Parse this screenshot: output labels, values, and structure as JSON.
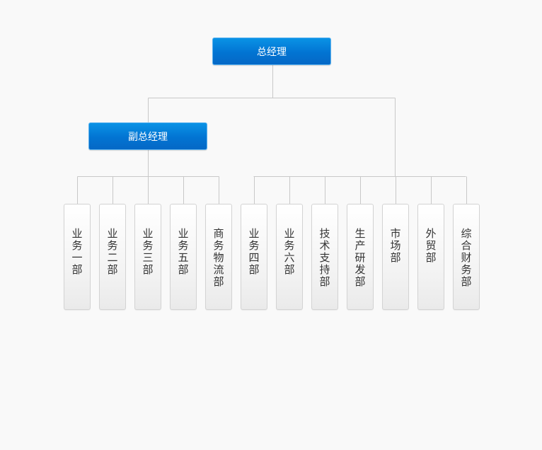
{
  "colors": {
    "background": "#f9f9f9",
    "connector": "#c8c8c8",
    "blue_box": "#0274d2",
    "blue_border": "#5fb4f0",
    "grey_border": "#d3d3d3",
    "dept_text": "#333333"
  },
  "org": {
    "general_manager": "总经理",
    "deputy_manager": "副总经理",
    "deputy_departments": [
      "业务一部",
      "业务二部",
      "业务三部",
      "业务五部",
      "商务物流部"
    ],
    "direct_departments": [
      "业务四部",
      "业务六部",
      "技术支持部",
      "生产研发部",
      "市场部",
      "外贸部",
      "综合财务部"
    ]
  }
}
